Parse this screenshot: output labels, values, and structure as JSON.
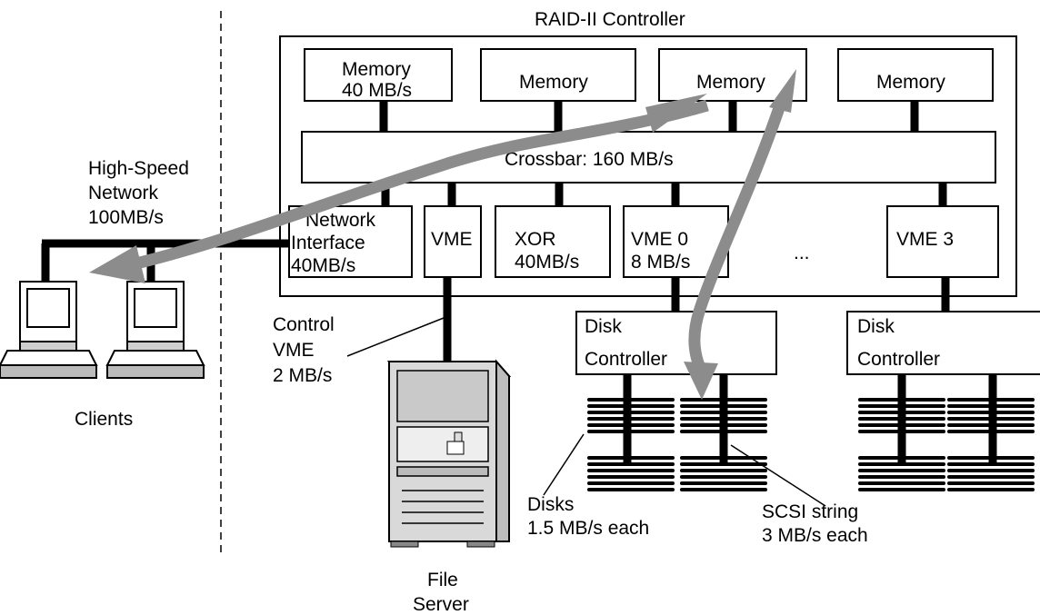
{
  "controller": {
    "title": "RAID-II Controller",
    "memory": [
      {
        "line1": "Memory",
        "line2": "40 MB/s"
      },
      {
        "line1": "Memory"
      },
      {
        "line1": "Memory"
      },
      {
        "line1": "Memory"
      }
    ],
    "crossbar": "Crossbar: 160 MB/s",
    "network_interface": [
      "Network",
      "Interface",
      "40MB/s"
    ],
    "vme": "VME",
    "xor": [
      "XOR",
      "40MB/s"
    ],
    "vme0": [
      "VME 0",
      "8 MB/s"
    ],
    "ellipsis": "...",
    "vme3": "VME 3"
  },
  "network": [
    "High-Speed",
    "Network",
    "100MB/s"
  ],
  "clients_label": "Clients",
  "control_vme": [
    "Control",
    "VME",
    "2 MB/s"
  ],
  "file_server": [
    "File",
    "Server"
  ],
  "disk_controller": [
    "Disk",
    "Controller"
  ],
  "disks_label": [
    "Disks",
    "1.5 MB/s each"
  ],
  "scsi_label": [
    "SCSI string",
    "3 MB/s each"
  ],
  "colors": {
    "line": "#000000",
    "arrow": "#8c8c8c",
    "screen": "#ffffff",
    "device": "#cfcfcf"
  }
}
